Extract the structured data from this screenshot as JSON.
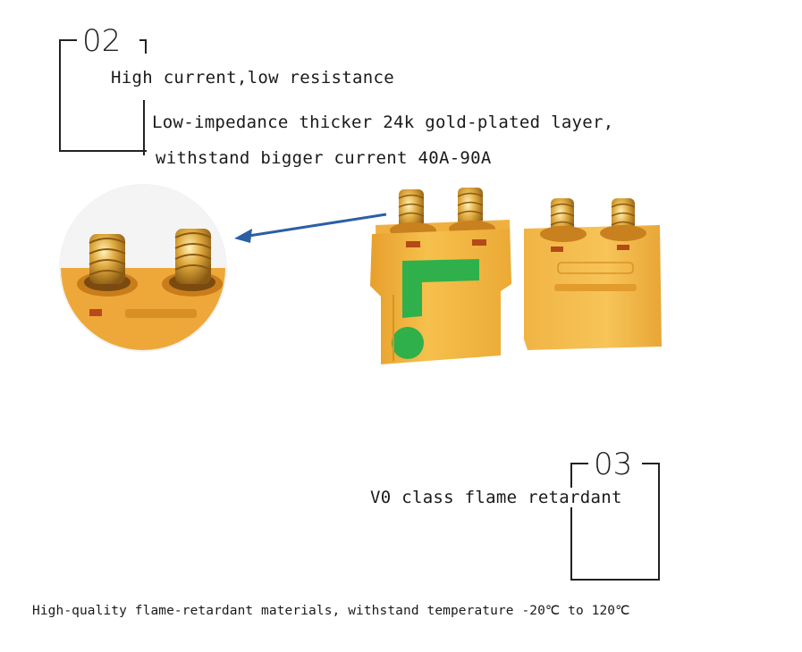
{
  "callout_02": {
    "number": "02",
    "heading": "High current,low resistance",
    "detail_line1": "Low-impedance thicker 24k gold-plated layer,",
    "detail_line2": "withstand bigger current 40A-90A"
  },
  "callout_03": {
    "number": "03",
    "heading": "V0 class flame retardant"
  },
  "footer": {
    "note": "High-quality flame-retardant materials, withstand temperature -20℃ to 120℃"
  },
  "colors": {
    "connector_body": "#f2b640",
    "connector_shade": "#d89524",
    "gold_pin": "#d8a23a",
    "green_marking": "#2fb04a",
    "arrow": "#2b5fa6",
    "text": "#1a1a1a"
  }
}
